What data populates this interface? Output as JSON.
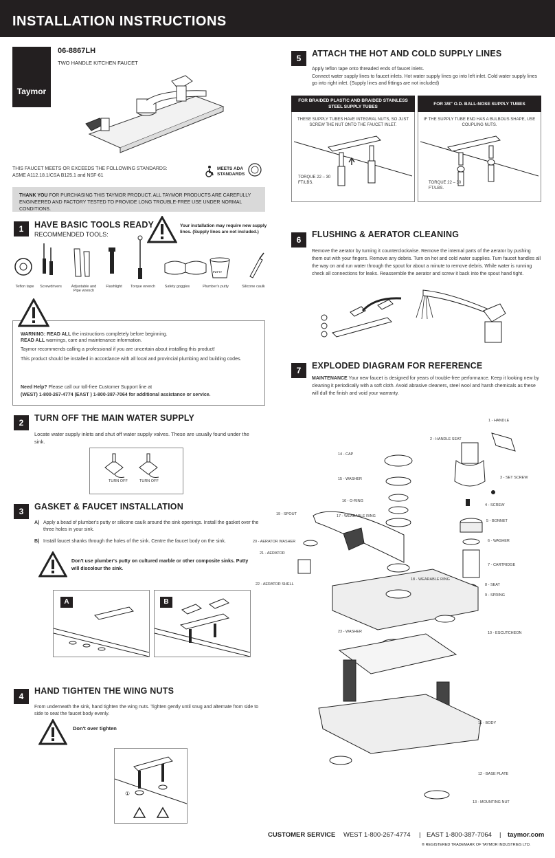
{
  "header": {
    "title": "INSTALLATION INSTRUCTIONS"
  },
  "brand": {
    "logo": "Taymor",
    "accent": "#231f20"
  },
  "product": {
    "model": "06-8867LH",
    "name": "TWO HANDLE KITCHEN FAUCET",
    "standards_line1": "THIS FAUCET MEETS OR EXCEEDS THE FOLLOWING STANDARDS:",
    "standards_line2": "ASME A112.18.1/CSA B125.1 and NSF-61",
    "ada": "MEETS ADA STANDARDS"
  },
  "thanks": {
    "lead": "THANK YOU",
    "text": " FOR PURCHASING THIS TAYMOR PRODUCT. ALL TAYMOR PRODUCTS ARE  CAREFULLY ENGINEERED AND FACTORY TESTED TO PROVIDE LONG TROUBLE-FREE USE UNDER NORMAL CONDITIONS."
  },
  "step1": {
    "num": "1",
    "title": "HAVE BASIC TOOLS READY",
    "subtitle": "RECOMMENDED TOOLS:",
    "note": "Your installation may require new supply lines. (Supply lines are not included.)",
    "tools": [
      "Teflon tape",
      "Screwdrivers",
      "Adjustable and Pipe wrench",
      "Flashlight",
      "Torque wrench",
      "Safety goggles",
      "Plumber's putty",
      "Silicone caulk"
    ],
    "putty_label": "PUTTY"
  },
  "warning": {
    "line1_bold": "WARNING: READ ALL",
    "line1": " the instructions completely before beginning.",
    "line2_bold": "READ ALL",
    "line2": " warnings, care and maintenance information.",
    "line3": "Taymor recommends calling a professional if you are uncertain about installing this product!",
    "line4": "This product should be installed in accordance with all local and provincial plumbing and building codes.",
    "help_bold": "Need Help?",
    "help": " Please call our toll-free Customer Support line at",
    "help_numbers": "(WEST) 1-800-267-4774     (EAST ) 1-800-387-7064 for additional assistance or service."
  },
  "step2": {
    "num": "2",
    "title": "TURN OFF THE MAIN WATER SUPPLY",
    "text": "Locate water supply inlets and shut off water supply valves. These are usually found under the sink.",
    "label_a": "TURN OFF",
    "label_b": "TURN OFF"
  },
  "step3": {
    "num": "3",
    "title": "GASKET & FAUCET INSTALLATION",
    "a_key": "A)",
    "a_text": "Apply a bead of plumber's putty or silicone caulk around the sink openings. Install the gasket over the three holes in your sink.",
    "b_key": "B)",
    "b_text": "Install faucet shanks through the holes of the sink. Centre the faucet body on the sink.",
    "caution": "Don't use plumber's putty on cultured marble or other composite sinks. Putty will discolour the sink.",
    "panel_a": "A",
    "panel_b": "B"
  },
  "step4": {
    "num": "4",
    "title": "HAND TIGHTEN THE WING NUTS",
    "text": "From underneath the sink, hand tighten the wing nuts. Tighten gently until snug and alternate from side to side to seat the faucet body evenly.",
    "caution": "Don't over tighten",
    "circle_num": "①"
  },
  "step5": {
    "num": "5",
    "title": "ATTACH THE HOT AND COLD SUPPLY LINES",
    "text1": "Apply teflon tape onto threaded ends of faucet inlets.",
    "text2": "Connect  water supply lines to faucet inlets. Hot water supply lines go into left inlet. Cold water supply lines go into right inlet. (Supply lines and fittings are not included)",
    "left_bar": "FOR BRAIDED PLASTIC AND BRAIDED STAINLESS STEEL SUPPLY TUBES",
    "left_note": "THESE SUPPLY TUBES HAVE INTEGRAL NUTS, SO JUST SCREW THE NUT ONTO THE FAUCET INLET.",
    "left_torque": "TORQUE 22 – 30 FT/LBS.",
    "right_bar": "FOR 3/8\" O.D. BALL-NOSE SUPPLY TUBES",
    "right_note": "IF THE SUPPLY TUBE END HAS A BULBOUS SHAPE, USE COUPLING NUTS.",
    "right_torque": "TORQUE 22 – 30 FT/LBS."
  },
  "step6": {
    "num": "6",
    "title": "FLUSHING & AERATOR CLEANING",
    "text": "Remove the aerator by turning it counterclockwise. Remove the internal parts of the aerator by pushing them out with your fingers. Remove any debris. Turn on hot and cold water supplies. Turn faucet handles all the way on and run water through the spout for about a minute to remove debris. While water is running check all connections for leaks. Reassemble the aerator and screw it back into the spout hand tight."
  },
  "step7": {
    "num": "7",
    "title": "EXPLODED DIAGRAM FOR REFERENCE",
    "lead": "MAINTENANCE",
    "text": " Your new faucet is designed for years of trouble-free performance. Keep it looking new by cleaning it periodically with a soft cloth. Avoid abrasive cleaners, steel wool and harsh chemicals as these will dull the finish and void your warranty.",
    "parts": [
      "1 - HANDLE",
      "2 - HANDLE SEAT",
      "3 - SET SCREW",
      "4 - SCREW",
      "5 - BONNET",
      "6 - WASHER",
      "7 - CARTRIDGE",
      "8 - SEAT",
      "9 - SPRING",
      "10 - ESCUTCHEON",
      "11 - BODY",
      "12 - BASE PLATE",
      "13 - MOUNTING NUT",
      "14 - CAP",
      "15 - WASHER",
      "16 - O-RING",
      "17 - WEARABLE RING",
      "18 - WEARABLE RING",
      "19 - SPOUT",
      "20 - AERATOR WASHER",
      "21 - AERATOR",
      "22 - AERATOR SHELL",
      "23 - WASHER"
    ]
  },
  "footer": {
    "label": "CUSTOMER SERVICE",
    "west": "WEST 1-800-267-4774",
    "sep1": "|",
    "east": "EAST 1-800-387-7064",
    "sep2": "|",
    "site": "taymor.com",
    "trademark": "® REGISTERED TRADEMARK OF TAYMOR INDUSTRIES LTD."
  }
}
